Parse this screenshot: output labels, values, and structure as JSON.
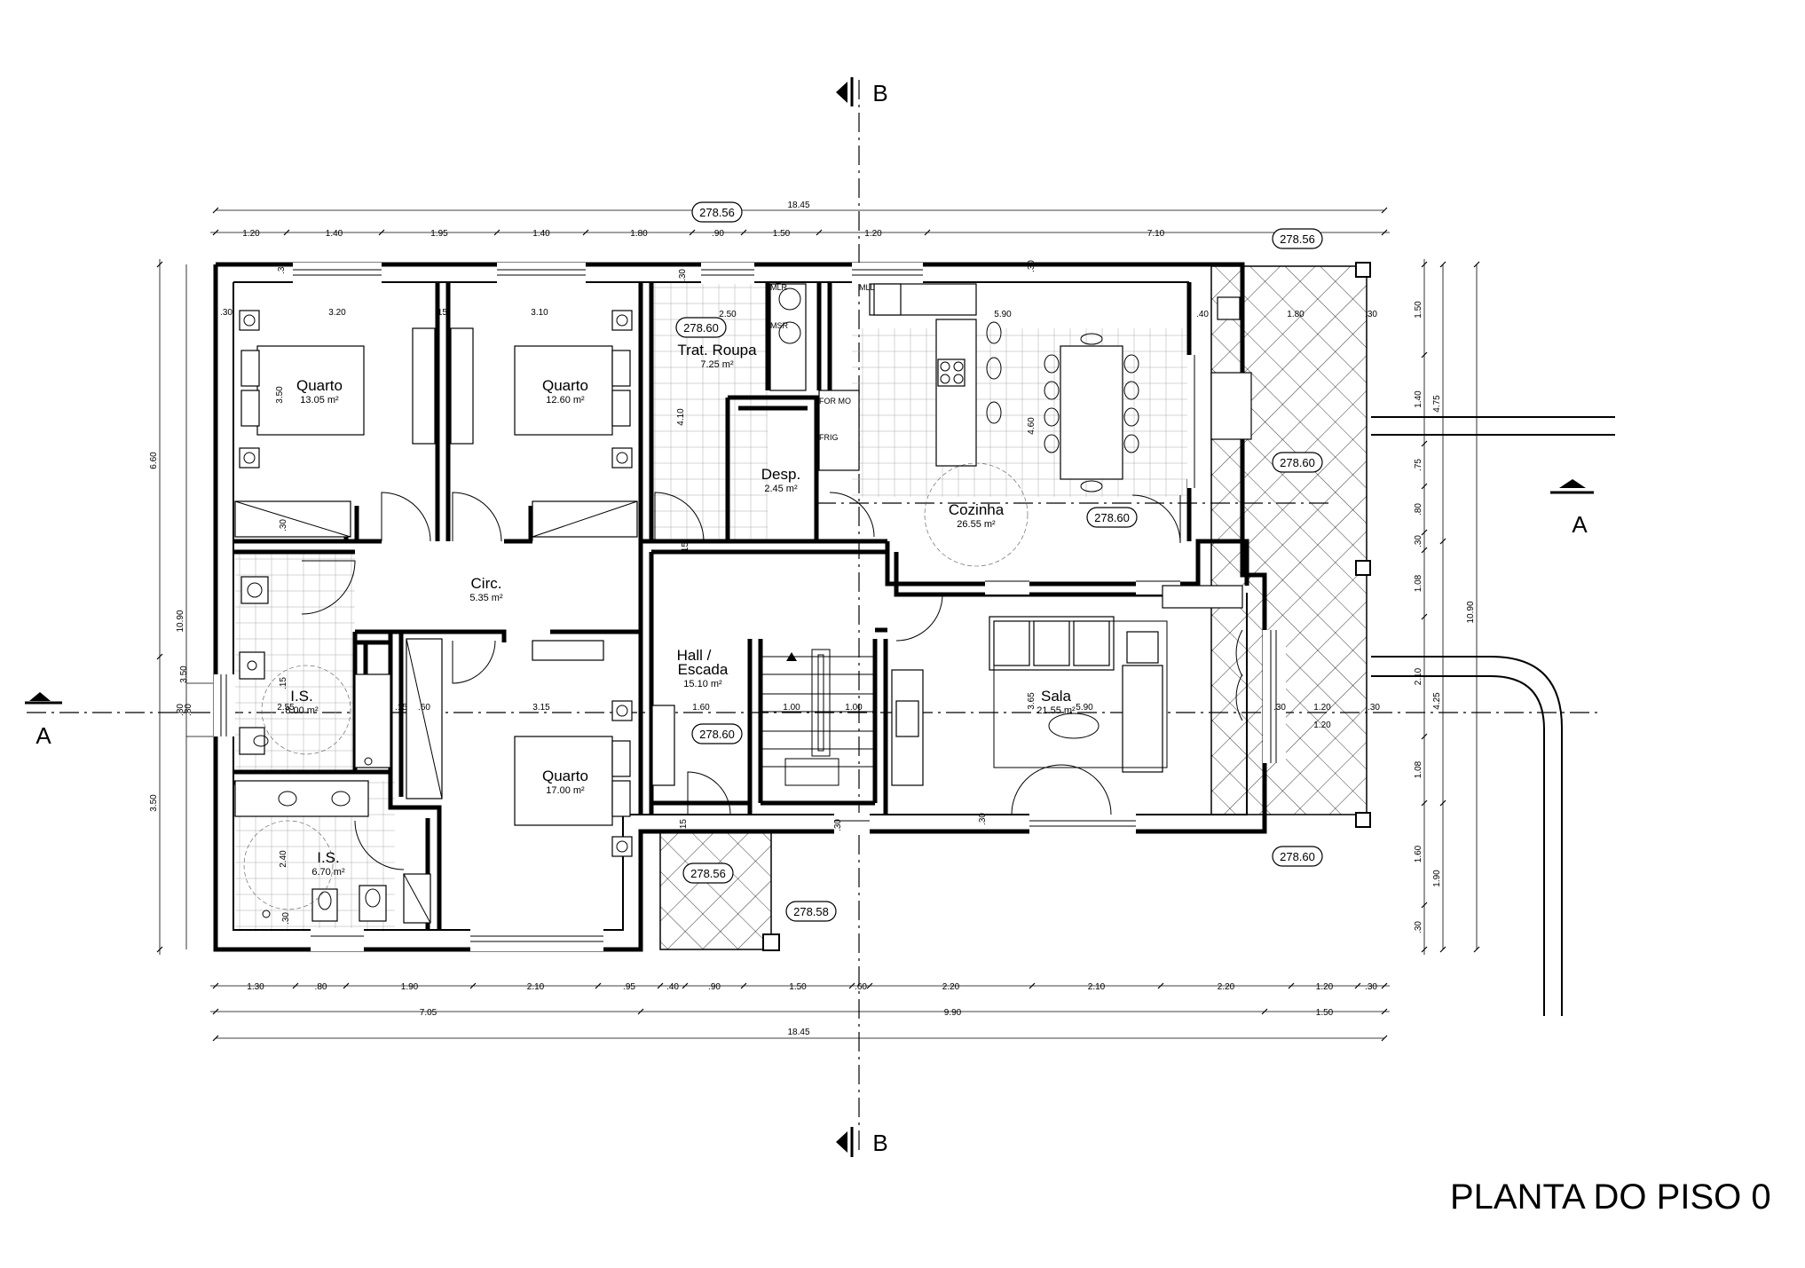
{
  "title": "PLANTA DO PISO 0",
  "sections": {
    "a_label": "A",
    "b_label": "B"
  },
  "rooms": [
    {
      "name": "Quarto",
      "area": "13.05 m²"
    },
    {
      "name": "Quarto",
      "area": "12.60 m²"
    },
    {
      "name": "Trat. Roupa",
      "area": "7.25 m²"
    },
    {
      "name": "Desp.",
      "area": "2.45 m²"
    },
    {
      "name": "Cozinha",
      "area": "26.55 m²"
    },
    {
      "name": "Circ.",
      "area": "5.35 m²"
    },
    {
      "name": "I.S.",
      "area": "8.00 m²"
    },
    {
      "name": "Hall / Escada",
      "area": "15.10 m²"
    },
    {
      "name": "Sala",
      "area": "21.55 m²"
    },
    {
      "name": "Quarto",
      "area": "17.00 m²"
    },
    {
      "name": "I.S.",
      "area": "6.70 m²"
    }
  ],
  "levels": [
    "278.56",
    "278.56",
    "278.60",
    "278.60",
    "278.60",
    "278.60",
    "278.60",
    "278.56",
    "278.58",
    "278.56"
  ],
  "equipment_labels": [
    "MLR",
    "MSR",
    "FOR MO",
    "FRIG",
    "MLL"
  ],
  "dims": {
    "top_total": "18.45",
    "top_chain": [
      "1.20",
      "1.40",
      "1.95",
      "1.40",
      "1.80",
      ".90",
      "1.50",
      "1.20",
      "7.10"
    ],
    "bottom_chain": [
      "1.30",
      ".80",
      "1.90",
      "2.10",
      ".95",
      ".40",
      ".90",
      "1.50",
      ".60",
      "2.20",
      "2.10",
      "2.20",
      "1.20",
      ".30"
    ],
    "bottom_sub": [
      "7.05",
      "9.90",
      "1.50"
    ],
    "bottom_total": "18.45",
    "left_outer": [
      "6.60",
      "10.90",
      "3.50",
      ".80"
    ],
    "right_chain": [
      "1.50",
      "1.40",
      ".75",
      ".80",
      ".30",
      "1.08",
      "2.10",
      "1.08",
      "1.60",
      ".30"
    ],
    "right_outer": [
      "4.75",
      "10.90",
      "4.25",
      "1.90"
    ],
    "interior": [
      ".30",
      "3.20",
      ".15",
      "3.10",
      ".30",
      "2.50",
      "5.90",
      ".40",
      "1.80",
      ".30",
      "3.50",
      "3.50",
      "4.10",
      "4.60",
      ".30",
      "2.55",
      ".15",
      ".60",
      "3.15",
      "1.60",
      "1.00",
      "1.00",
      "3.65",
      "5.90",
      "1.20",
      ".30",
      ".30",
      "2.40",
      ".15",
      ".15",
      ".30",
      ".30",
      ".30",
      ".30",
      ".15",
      ".80",
      ".30",
      "1.20"
    ]
  },
  "hatch_color": "#000000"
}
